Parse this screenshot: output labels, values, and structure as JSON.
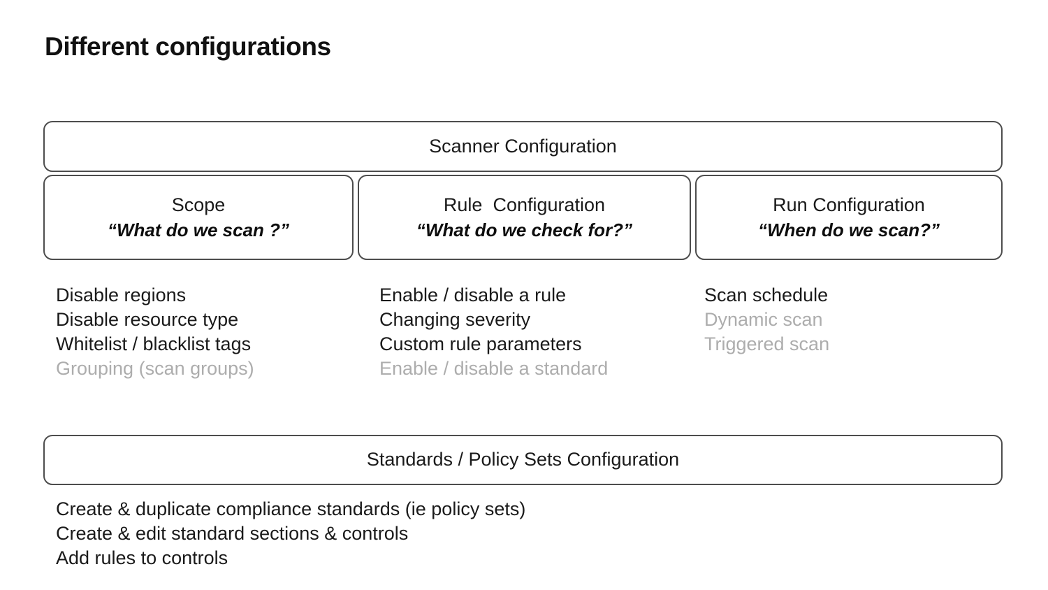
{
  "slide": {
    "title": "Different configurations"
  },
  "scanner_config": {
    "label": "Scanner Configuration"
  },
  "pillars": [
    {
      "name": "scope",
      "title": "Scope",
      "subtitle": "“What do we scan ?”",
      "features": [
        {
          "label": "Disable regions",
          "dimmed": false
        },
        {
          "label": "Disable resource type",
          "dimmed": false
        },
        {
          "label": "Whitelist / blacklist tags",
          "dimmed": false
        },
        {
          "label": "Grouping (scan groups)",
          "dimmed": true
        }
      ]
    },
    {
      "name": "rule-config",
      "title": "Rule  Configuration",
      "subtitle": "“What do we check for?”",
      "features": [
        {
          "label": "Enable / disable a rule",
          "dimmed": false
        },
        {
          "label": "Changing severity",
          "dimmed": false
        },
        {
          "label": "Custom rule parameters",
          "dimmed": false
        },
        {
          "label": "Enable / disable a standard",
          "dimmed": true
        }
      ]
    },
    {
      "name": "run-config",
      "title": "Run Configuration",
      "subtitle": "“When do we scan?”",
      "features": [
        {
          "label": "Scan schedule",
          "dimmed": false
        },
        {
          "label": "Dynamic scan",
          "dimmed": true
        },
        {
          "label": "Triggered scan",
          "dimmed": true
        }
      ]
    }
  ],
  "standards_config": {
    "label": "Standards / Policy Sets Configuration",
    "features": [
      {
        "label": "Create & duplicate compliance standards (ie policy sets)",
        "dimmed": false
      },
      {
        "label": "Create & edit standard sections & controls",
        "dimmed": false
      },
      {
        "label": "Add rules to controls",
        "dimmed": false
      }
    ]
  },
  "colors": {
    "text": "#1a1a1a",
    "dimmed_text": "#adadad",
    "box_border": "#4d4d4d",
    "background": "#ffffff"
  }
}
